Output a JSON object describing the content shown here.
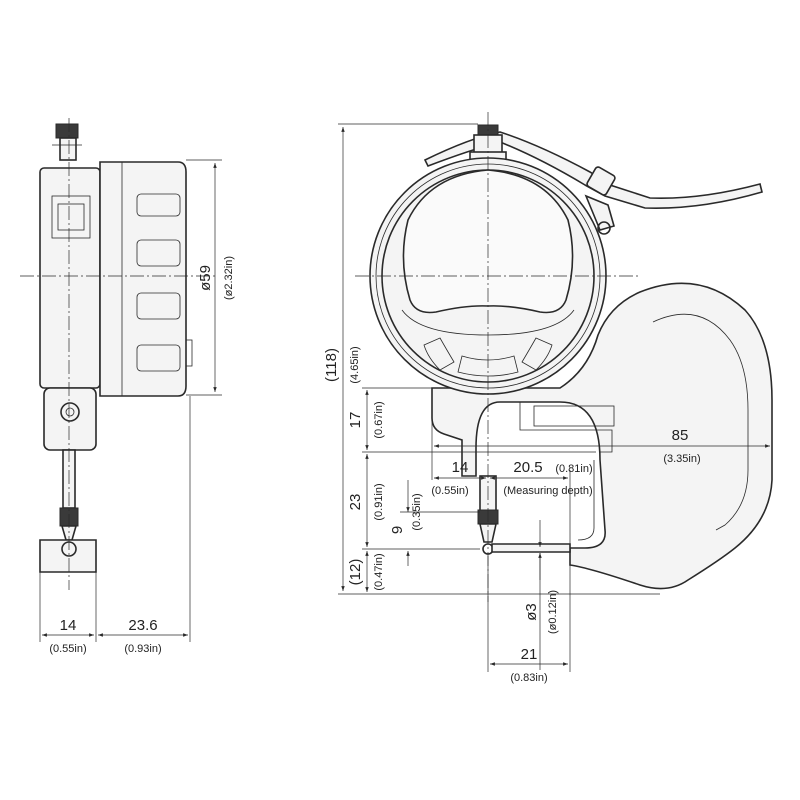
{
  "dimensions": {
    "side_width": {
      "value": "14",
      "inch": "(0.55in)"
    },
    "side_depth": {
      "value": "23.6",
      "inch": "(0.93in)"
    },
    "dial_diameter": {
      "value": "ø59",
      "inch": "(ø2.32in)"
    },
    "overall_height": {
      "value": "(118)",
      "inch": "(4.65in)"
    },
    "upper_frame": {
      "value": "17",
      "inch": "(0.67in)"
    },
    "throat_height": {
      "value": "23",
      "inch": "(0.91in)"
    },
    "stroke": {
      "value": "9",
      "inch": "(0.35in)"
    },
    "anvil_height": {
      "value": "(12)",
      "inch": "(0.47in)"
    },
    "frame_length": {
      "value": "85",
      "inch": "(3.35in)"
    },
    "spindle_offset": {
      "value": "14",
      "inch": "(0.55in)"
    },
    "measuring_depth": {
      "value": "20.5",
      "inch": "(0.81in)",
      "note": "(Measuring depth)"
    },
    "contact_point": {
      "value": "ø3",
      "inch": "(ø0.12in)"
    },
    "anvil_width": {
      "value": "21",
      "inch": "(0.83in)"
    }
  }
}
